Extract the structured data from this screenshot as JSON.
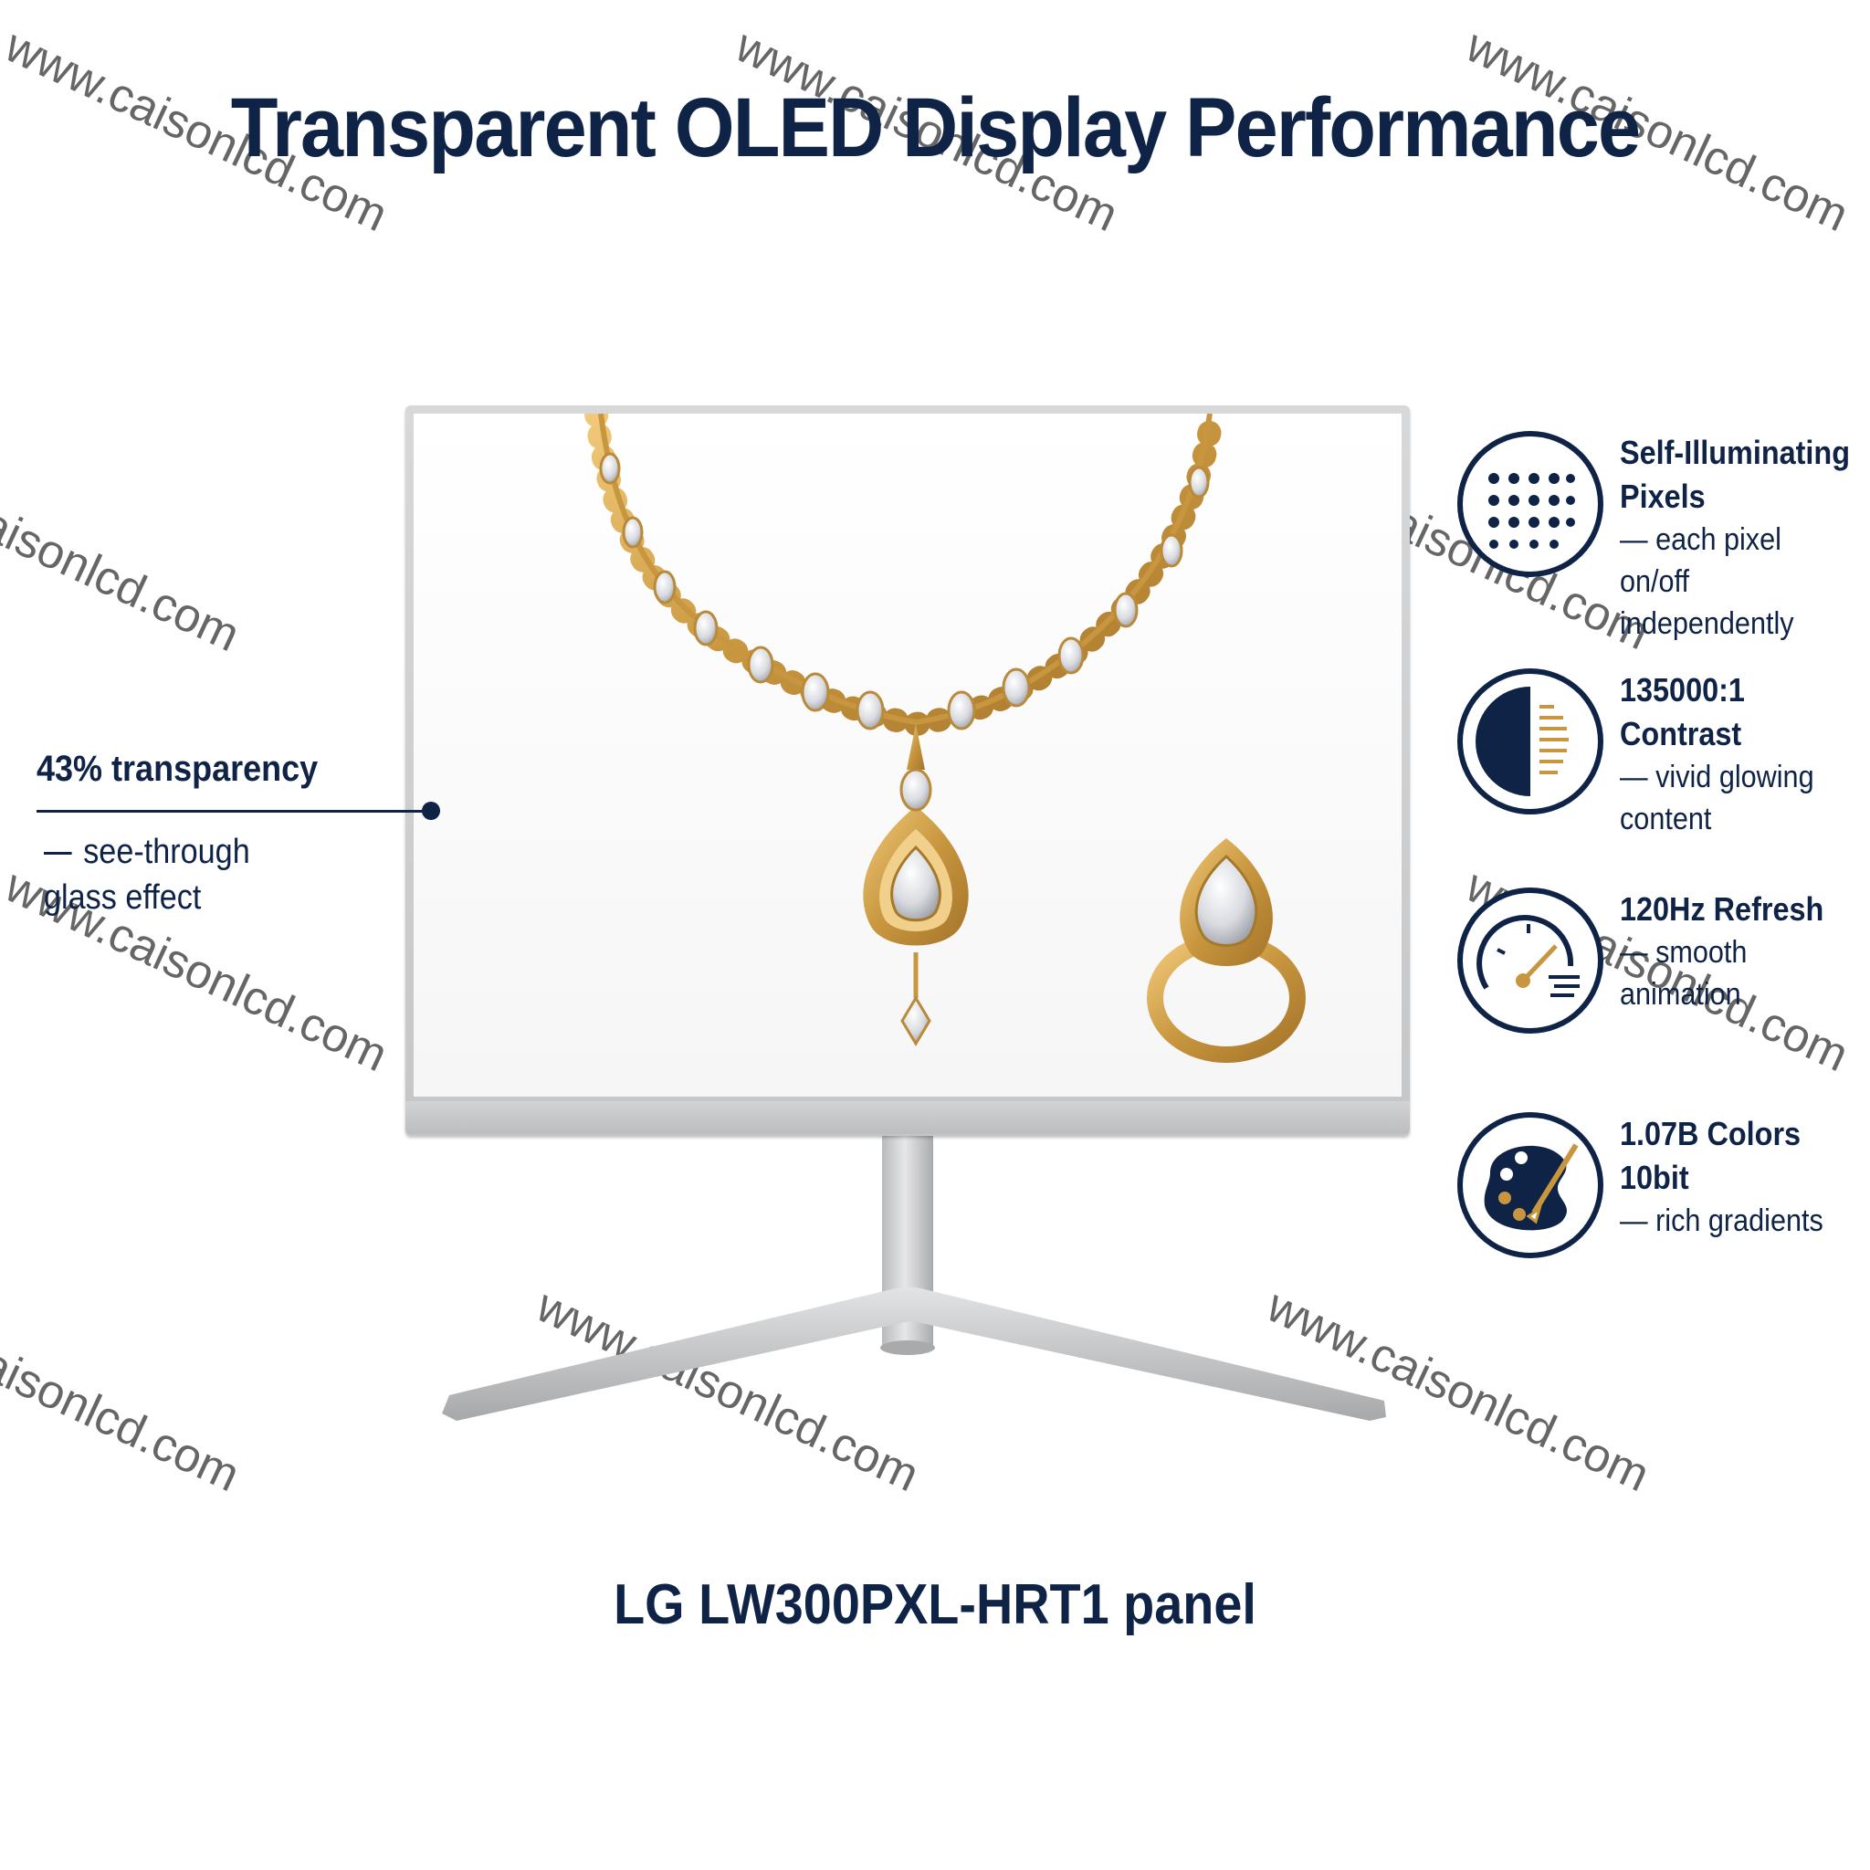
{
  "title": "Transparent OLED Display Performance",
  "panel_label": "LG LW300PXL-HRT1 panel",
  "transparency": {
    "title": "43% transparency",
    "desc": "see-through glass effect"
  },
  "features": [
    {
      "title": "Self-Illuminating Pixels",
      "desc": "— each pixel on/off independently",
      "icon": "pixel-grid-icon"
    },
    {
      "title": "135000:1 Contrast",
      "desc": "— vivid glowing content",
      "icon": "contrast-icon"
    },
    {
      "title": "120Hz Refresh",
      "desc": "— smooth animation",
      "icon": "speedometer-icon"
    },
    {
      "title": "1.07B Colors 10bit",
      "desc": "— rich gradients",
      "icon": "palette-icon"
    }
  ],
  "watermark": "www.caisonlcd.com",
  "colors": {
    "navy": "#0f2347",
    "gold": "#c8963e",
    "silver": "#c9cacc"
  }
}
